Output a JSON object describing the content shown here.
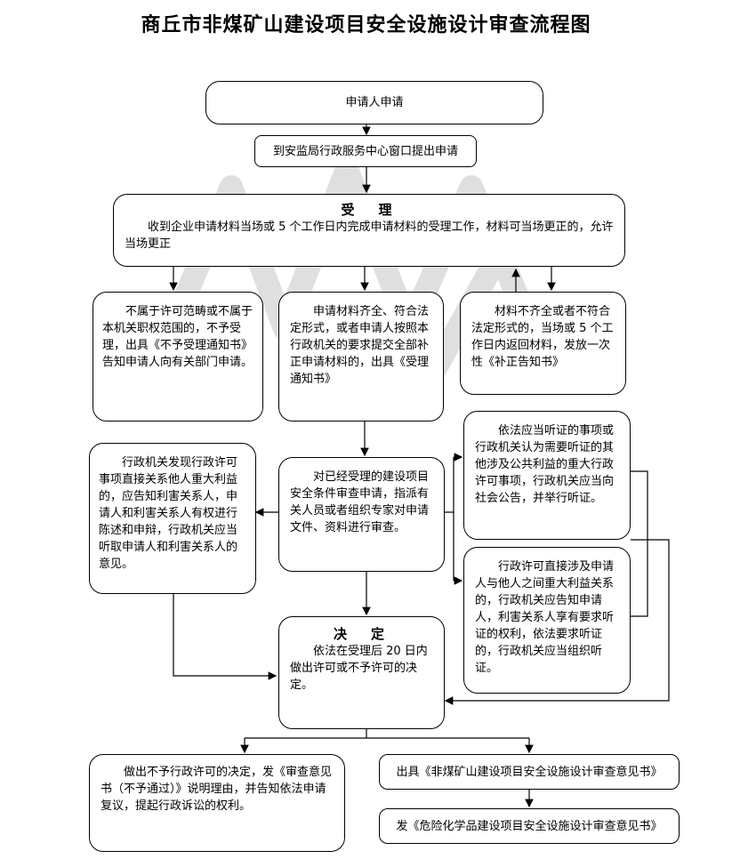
{
  "title": "商丘市非煤矿山建设项目安全设施设计审查流程图",
  "nodes": {
    "apply": "申请人申请",
    "submit": "到安监局行政服务中心窗口提出申请",
    "accept_title": "受　理",
    "accept_body": "收到企业申请材料当场或 5 个工作日内完成申请材料的受理工作，材料可当场更正的，允许当场更正",
    "not_accept": "不属于许可范畴或不属于本机关职权范围的，不予受理，出具《不予受理通知书》告知申请人向有关部门申请。",
    "complete": "申请材料齐全、符合法定形式，或者申请人按照本行政机关的要求提交全部补正申请材料的，出具《受理通知书》",
    "incomplete": "材料不齐全或者不符合法定形式的，当场或 5 个工作日内返回材料，发放一次性《补正告知书》",
    "interest": "行政机关发现行政许可事项直接关系他人重大利益的，应告知利害关系人，申请人和利害关系人有权进行陈述和申辩，行政机关应当听取申请人和利害关系人的意见。",
    "review": "对已经受理的建设项目安全条件审查申请，指派有关人员或者组织专家对申请文件、资料进行审查。",
    "hearing_public": "依法应当听证的事项或行政机关认为需要听证的其他涉及公共利益的重大行政许可事项，行政机关应当向社会公告，并举行听证。",
    "hearing_party": "行政许可直接涉及申请人与他人之间重大利益关系的，行政机关应告知申请人，利害关系人享有要求听证的权利，依法要求听证的，行政机关应当组织听证。",
    "decision_title": "决　定",
    "decision_body": "依法在受理后 20 日内做出许可或不予许可的决定。",
    "deny": "做出不予行政许可的决定，发《审查意见书（不予通过）》说明理由，并告知依法申请复议，提起行政诉讼的权利。",
    "approve": "出具《非煤矿山建设项目安全设施设计审查意见书》",
    "hazchem": "发《危险化学品建设项目安全设施设计审查意见书》"
  }
}
